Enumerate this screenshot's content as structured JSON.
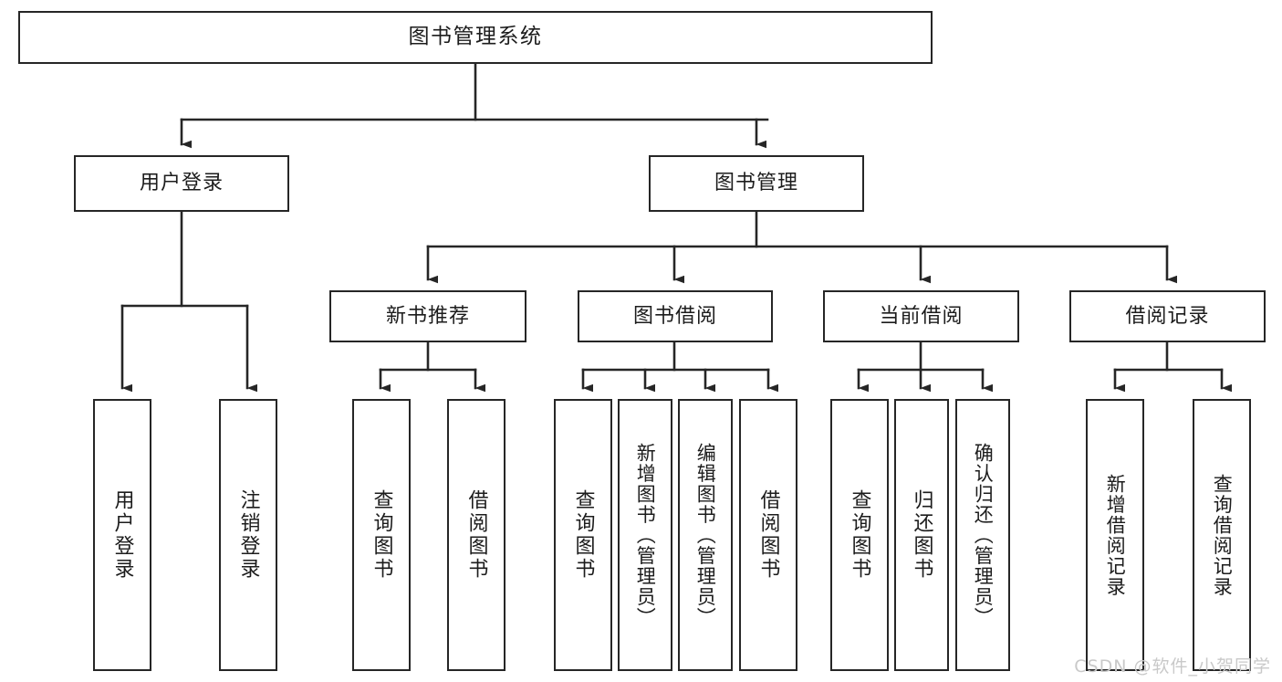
{
  "diagram": {
    "title": "图书管理系统",
    "type": "tree",
    "watermark": "CSDN @软件_小贺同学",
    "colors": {
      "stroke": "#262626",
      "fill": "#ffffff",
      "text": "#1c1c1c",
      "watermark": "#c9c9c9"
    },
    "nodes": {
      "root": {
        "label": "图书管理系统"
      },
      "level1": [
        {
          "label": "用户登录"
        },
        {
          "label": "图书管理"
        }
      ],
      "level2": [
        {
          "label": "新书推荐"
        },
        {
          "label": "图书借阅"
        },
        {
          "label": "当前借阅"
        },
        {
          "label": "借阅记录"
        }
      ],
      "leaves": {
        "user_login": [
          {
            "label": "用户登录"
          },
          {
            "label": "注销登录"
          }
        ],
        "new_book": [
          {
            "label": "查询图书"
          },
          {
            "label": "借阅图书"
          }
        ],
        "book_borrow": [
          {
            "label": "查询图书"
          },
          {
            "label": "新增图书（管理员）"
          },
          {
            "label": "编辑图书（管理员）"
          },
          {
            "label": "借阅图书"
          }
        ],
        "current_borrow": [
          {
            "label": "查询图书"
          },
          {
            "label": "归还图书"
          },
          {
            "label": "确认归还（管理员）"
          }
        ],
        "borrow_record": [
          {
            "label": "新增借阅记录"
          },
          {
            "label": "查询借阅记录"
          }
        ]
      }
    }
  }
}
